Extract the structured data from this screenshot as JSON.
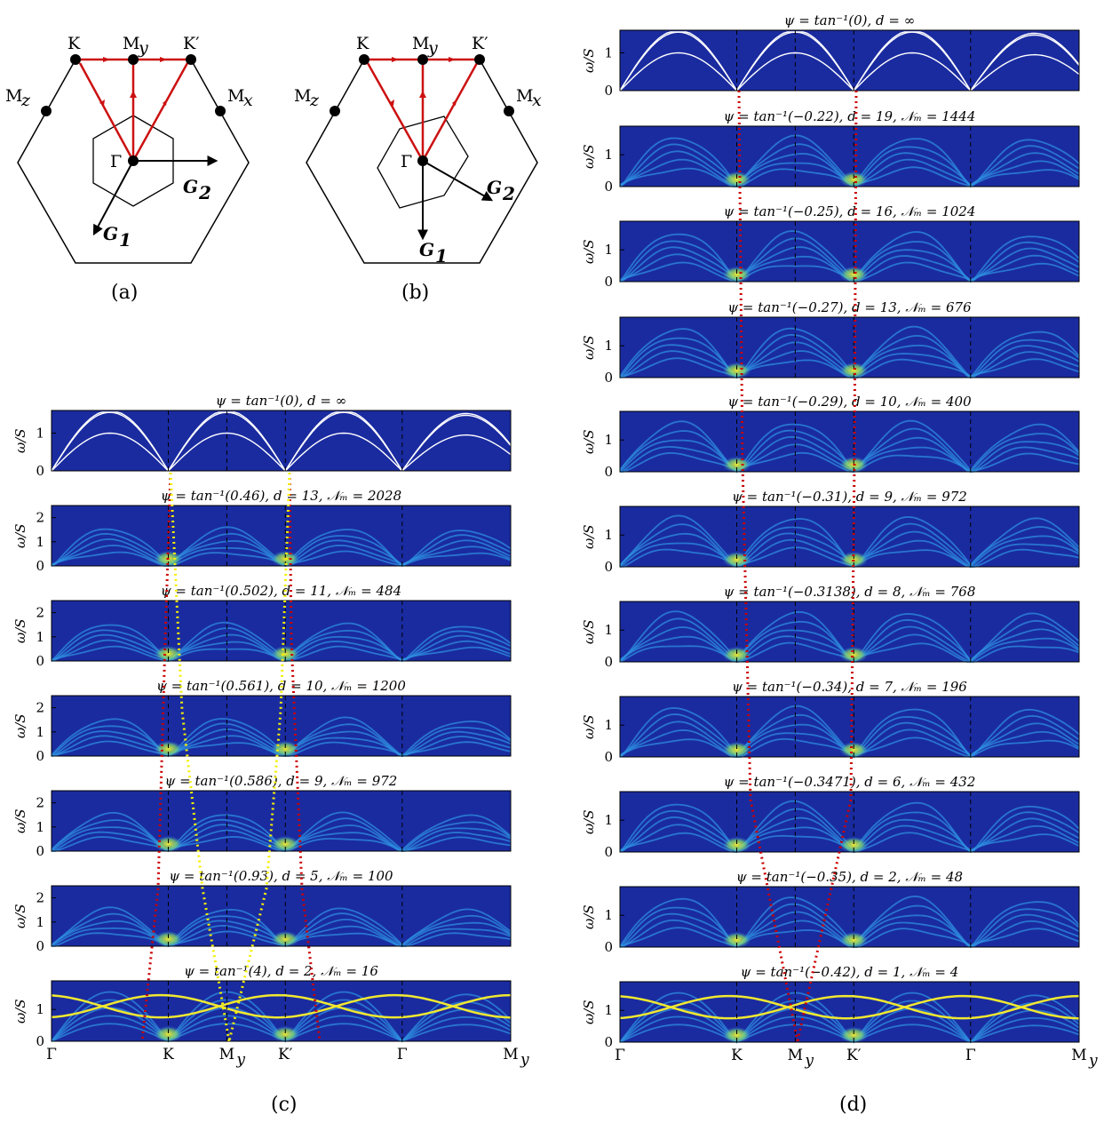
{
  "bz_a": {
    "points": [
      "K",
      "M",
      "y",
      "K′",
      "M",
      "z",
      "M",
      "x",
      "Γ"
    ],
    "g2": "G",
    "g2_sub": "2",
    "g1": "G",
    "g1_sub": "1",
    "label": "(a)"
  },
  "bz_b": {
    "points": [
      "K",
      "M",
      "y",
      "K′",
      "M",
      "z",
      "M",
      "x",
      "Γ"
    ],
    "g2": "G",
    "g2_sub": "2",
    "g1": "G",
    "g1_sub": "1",
    "label": "(b)"
  },
  "panel_c": {
    "label": "(c)",
    "xticks": [
      "Γ",
      "K",
      "M",
      "y",
      "K′",
      "Γ",
      "M",
      "y"
    ],
    "ylabel": "ω/S",
    "rows": [
      {
        "title": "ψ = tan⁻¹(0), d = ∞",
        "yticks": [
          "0",
          "1"
        ]
      },
      {
        "title": "ψ = tan⁻¹(0.46), d = 13, 𝒩ₘ = 2028",
        "yticks": [
          "0",
          "1",
          "2"
        ]
      },
      {
        "title": "ψ = tan⁻¹(0.502), d = 11, 𝒩ₘ = 484",
        "yticks": [
          "0",
          "1",
          "2"
        ]
      },
      {
        "title": "ψ = tan⁻¹(0.561), d = 10, 𝒩ₘ = 1200",
        "yticks": [
          "0",
          "1",
          "2"
        ]
      },
      {
        "title": "ψ = tan⁻¹(0.586), d = 9, 𝒩ₘ = 972",
        "yticks": [
          "0",
          "1",
          "2"
        ]
      },
      {
        "title": "ψ = tan⁻¹(0.93), d = 5, 𝒩ₘ = 100",
        "yticks": [
          "0",
          "1",
          "2"
        ]
      },
      {
        "title": "ψ = tan⁻¹(4), d = 2, 𝒩ₘ = 16",
        "yticks": [
          "0",
          "1"
        ]
      }
    ]
  },
  "panel_d": {
    "label": "(d)",
    "xticks": [
      "Γ",
      "K",
      "M",
      "y",
      "K′",
      "Γ",
      "M",
      "y"
    ],
    "ylabel": "ω/S",
    "rows": [
      {
        "title": "ψ = tan⁻¹(0), d = ∞",
        "yticks": [
          "0",
          "1"
        ]
      },
      {
        "title": "ψ = tan⁻¹(−0.22), d = 19, 𝒩ₘ = 1444",
        "yticks": [
          "0",
          "1"
        ]
      },
      {
        "title": "ψ = tan⁻¹(−0.25), d = 16, 𝒩ₘ = 1024",
        "yticks": [
          "0",
          "1"
        ]
      },
      {
        "title": "ψ = tan⁻¹(−0.27), d = 13, 𝒩ₘ = 676",
        "yticks": [
          "0",
          "1"
        ]
      },
      {
        "title": "ψ = tan⁻¹(−0.29), d = 10, 𝒩ₘ = 400",
        "yticks": [
          "0",
          "1"
        ]
      },
      {
        "title": "ψ = tan⁻¹(−0.31), d = 9, 𝒩ₘ = 972",
        "yticks": [
          "0",
          "1"
        ]
      },
      {
        "title": "ψ = tan⁻¹(−0.3138), d = 8, 𝒩ₘ = 768",
        "yticks": [
          "0",
          "1"
        ]
      },
      {
        "title": "ψ = tan⁻¹(−0.34), d = 7, 𝒩ₘ = 196",
        "yticks": [
          "0",
          "1"
        ]
      },
      {
        "title": "ψ = tan⁻¹(−0.3471), d = 6, 𝒩ₘ = 432",
        "yticks": [
          "0",
          "1"
        ]
      },
      {
        "title": "ψ = tan⁻¹(−0.35), d = 2, 𝒩ₘ = 48",
        "yticks": [
          "0",
          "1"
        ]
      },
      {
        "title": "ψ = tan⁻¹(−0.42), d = 1, 𝒩ₘ = 4",
        "yticks": [
          "0",
          "1"
        ]
      }
    ]
  },
  "colors": {
    "background": "#1a2ba0",
    "ridge": "#2d8fe0",
    "peak": "#f0e830",
    "red_guide": "#cc0000",
    "yellow_guide": "#f5f000",
    "bz_arrow": "#cc1111"
  }
}
